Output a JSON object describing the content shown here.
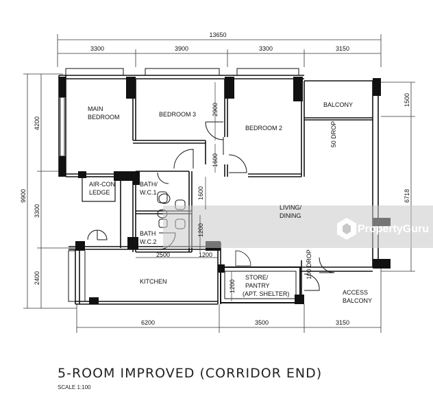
{
  "plan": {
    "title": "5-ROOM IMPROVED (CORRIDOR END)",
    "scale": "SCALE 1:100",
    "watermark": "PropertyGuru",
    "dimensions": {
      "top_total": "13650",
      "top_segments": [
        "3300",
        "3900",
        "3300",
        "3150"
      ],
      "bottom_segments": [
        "6200",
        "3500",
        "3150"
      ],
      "left_total": "9900",
      "left_segments": [
        "4200",
        "3300",
        "2400"
      ],
      "right_segments": [
        "1500",
        "6718"
      ],
      "interior": {
        "bedroom3_depth": "2900",
        "corridor": "1600",
        "bath1": "1600",
        "bath2": "1200",
        "bath_width": "2500",
        "bath_side": "1200",
        "store": "1200",
        "drop_balcony": "50 DROP",
        "drop_access": "100 DROP"
      }
    },
    "rooms": {
      "main_bedroom": [
        "MAIN",
        "BEDROOM"
      ],
      "bedroom3": "BEDROOM 3",
      "bedroom2": "BEDROOM 2",
      "balcony": "BALCONY",
      "aircon": [
        "AIR-CON",
        "LEDGE"
      ],
      "bath1": [
        "BATH/",
        "W.C.1"
      ],
      "bath2": [
        "BATH",
        "W.C.2"
      ],
      "living": [
        "LIVING/",
        "DINING"
      ],
      "kitchen": "KITCHEN",
      "store": [
        "STORE/",
        "PANTRY",
        "(APT. SHELTER)"
      ],
      "access_balcony": [
        "ACCESS",
        "BALCONY"
      ]
    }
  }
}
